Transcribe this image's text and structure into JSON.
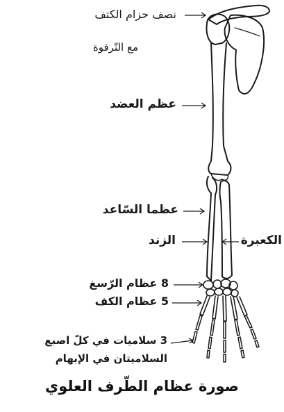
{
  "labels": {
    "shoulder_line1": "نصف حزام الكتف",
    "shoulder_line2": "مع التّرقوة",
    "humerus": "عظم العضد",
    "forearm": "عظما السّاعد",
    "ulna": "الزند",
    "radius": "الكعبرة",
    "carpal_number": "8",
    "carpal": "عظام الرّسغ",
    "metacarpal_number": "5",
    "metacarpal": "عظام الكف",
    "phalanges_number": "3",
    "phalanges_line1": "سلاميات في كلّ اصبع",
    "phalanges_line2": "السلاميتان في الإبهام"
  },
  "caption": "صورة عظام الطّرف العلوي"
}
